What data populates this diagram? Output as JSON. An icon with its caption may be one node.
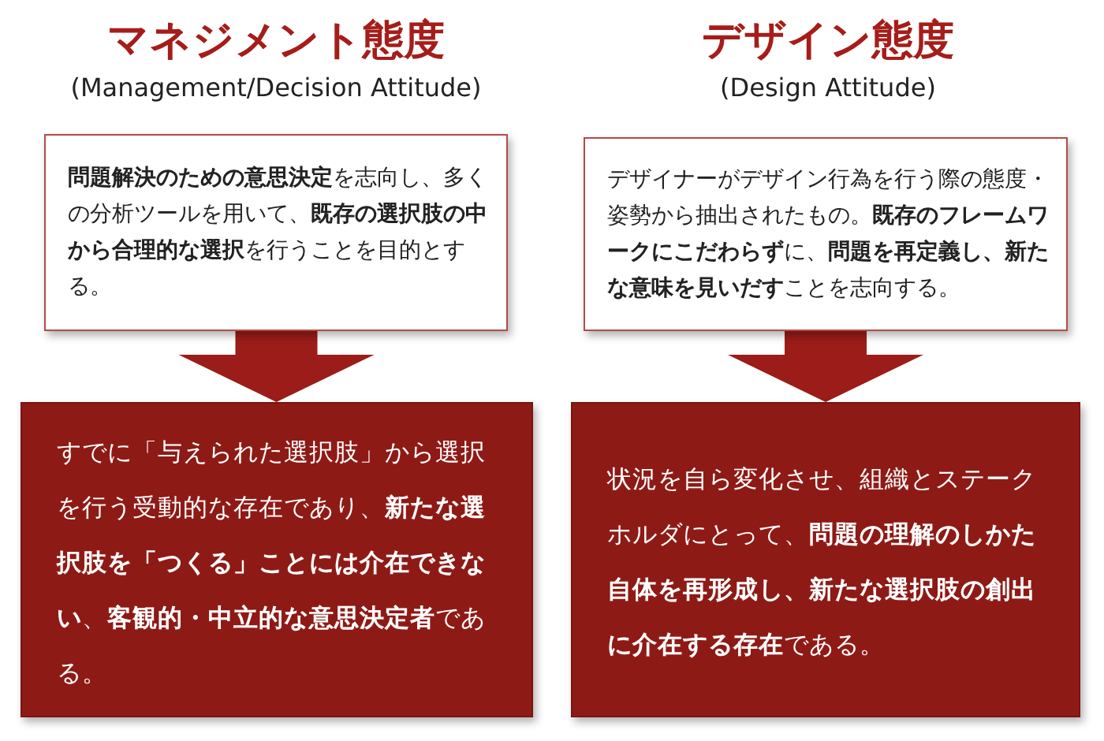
{
  "diagram": {
    "nodes": [
      {
        "text": [
          "**問題解決のための意思決定**を志向し、多くの分析ツールを用いて、**既存の選択肢の中から合理的な選択**を行うことを目的とする。"
        ]
      },
      {
        "text": [
          "すでに「与えられた選択肢」から選択を行う受動的な存在であり、**新たな選択肢を「つくる」ことには介在できない**、**客観的・中立的な意思決定者**である。"
        ]
      },
      {
        "text": [
          "デザイナーがデザイン行為を行う際の態度・姿勢から抽出されたもの。**既存のフレームワークにこだわらず**に、**問題を再定義し、新たな意味を見いだす**ことを志向する。"
        ]
      },
      {
        "text": [
          "状況を自ら変化させ、組織とステークホルダにとって、**問題の理解のしかた自体を再形成し、新たな選択肢の創出に介在する存在**である。"
        ]
      }
    ],
    "edges": [
      {
        "from": 0,
        "to": 1,
        "arrow": "to"
      },
      {
        "from": 2,
        "to": 3,
        "arrow": "to"
      }
    ],
    "labels": [
      "マネジメント態度",
      "(Management/Decision Attitude)",
      "デザイン態度",
      "(Design Attitude)"
    ]
  }
}
